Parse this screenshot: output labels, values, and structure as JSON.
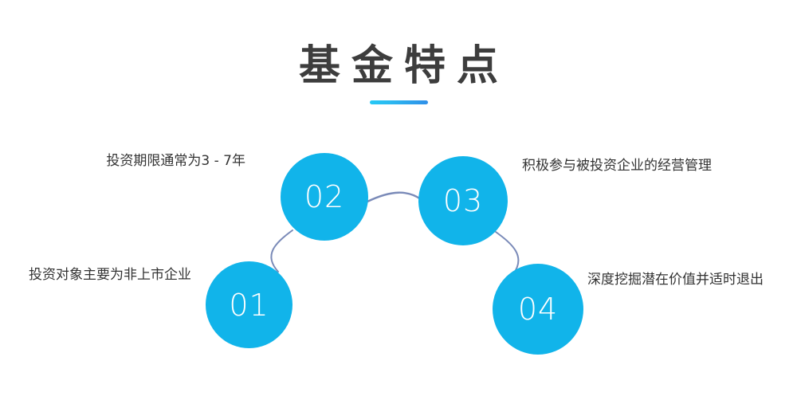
{
  "header": {
    "title": "基金特点",
    "underline_gradient_from": "#25c8f5",
    "underline_gradient_to": "#2f8fe8",
    "title_color": "#3d3d3d"
  },
  "theme": {
    "circle_color": "#11b4ea",
    "connector_color": "#7a8ab8",
    "label_color": "#333333",
    "background": "#ffffff"
  },
  "diagram": {
    "type": "arch-process",
    "nodes": [
      {
        "number": "01",
        "label": "投资对象主要为非上市企业",
        "label_position": "left"
      },
      {
        "number": "02",
        "label": "投资期限通常为3 - 7年",
        "label_position": "left"
      },
      {
        "number": "03",
        "label": "积极参与被投资企业的经营管理",
        "label_position": "right"
      },
      {
        "number": "04",
        "label": "深度挖掘潜在价值并适时退出",
        "label_position": "right"
      }
    ]
  }
}
